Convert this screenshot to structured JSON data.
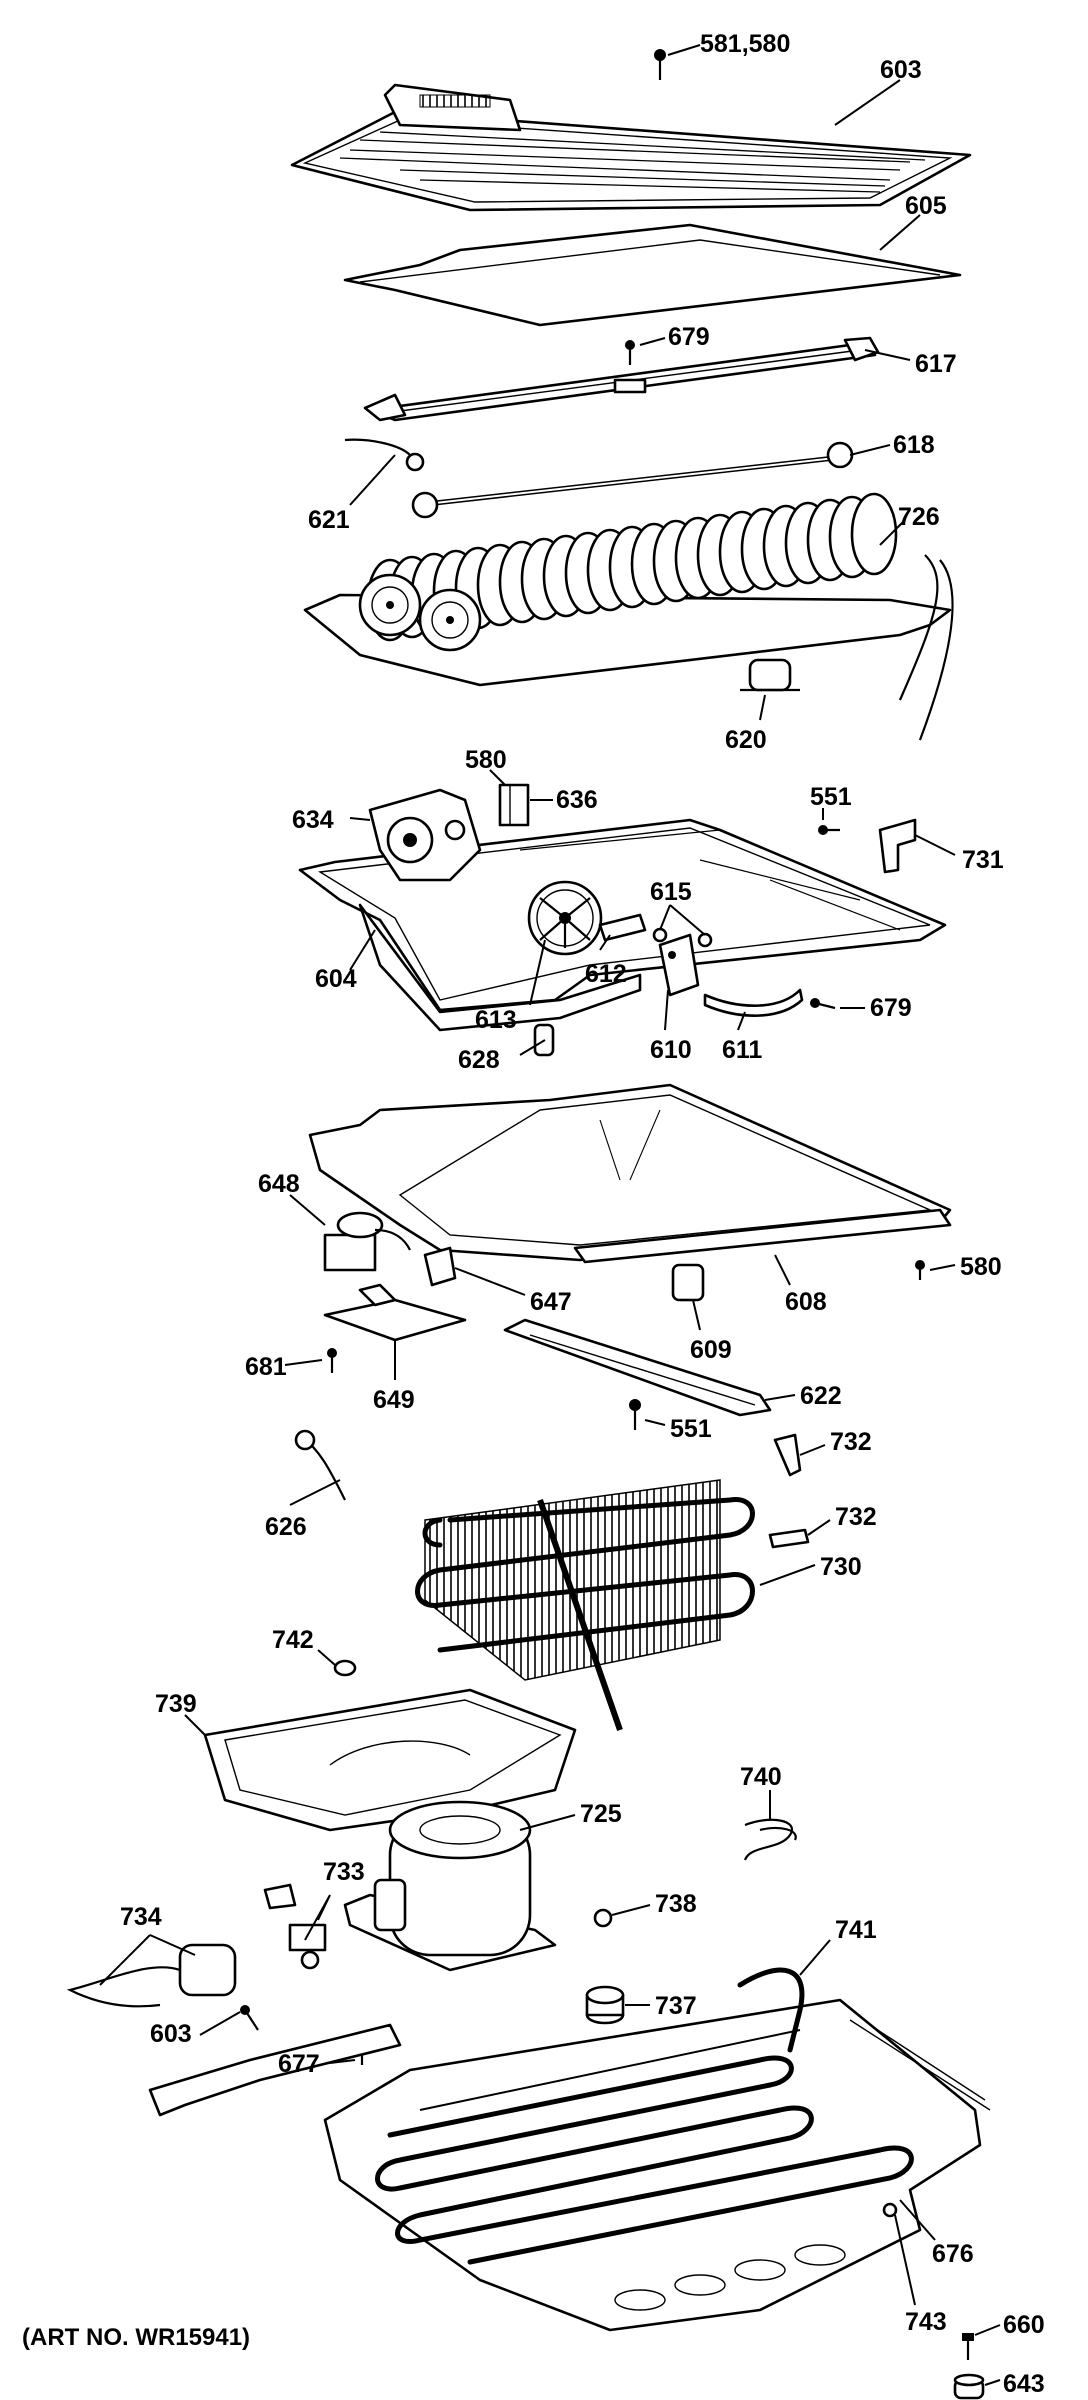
{
  "art_number": "(ART NO. WR15941)",
  "callouts": {
    "c581_580": "581,580",
    "c603_top": "603",
    "c605": "605",
    "c679_top": "679",
    "c617": "617",
    "c618": "618",
    "c621": "621",
    "c726": "726",
    "c620": "620",
    "c580_mid": "580",
    "c636": "636",
    "c634": "634",
    "c551_top": "551",
    "c731": "731",
    "c615": "615",
    "c604": "604",
    "c612": "612",
    "c613": "613",
    "c628": "628",
    "c610": "610",
    "c611": "611",
    "c679_mid": "679",
    "c648": "648",
    "c580_right": "580",
    "c647": "647",
    "c608": "608",
    "c609": "609",
    "c681": "681",
    "c649": "649",
    "c622": "622",
    "c551_bot": "551",
    "c732_a": "732",
    "c626": "626",
    "c732_b": "732",
    "c730": "730",
    "c742": "742",
    "c739": "739",
    "c740": "740",
    "c725": "725",
    "c733": "733",
    "c734": "734",
    "c738": "738",
    "c741": "741",
    "c737": "737",
    "c677": "677",
    "c603_bot": "603",
    "c676": "676",
    "c743": "743",
    "c660": "660",
    "c643": "643"
  }
}
